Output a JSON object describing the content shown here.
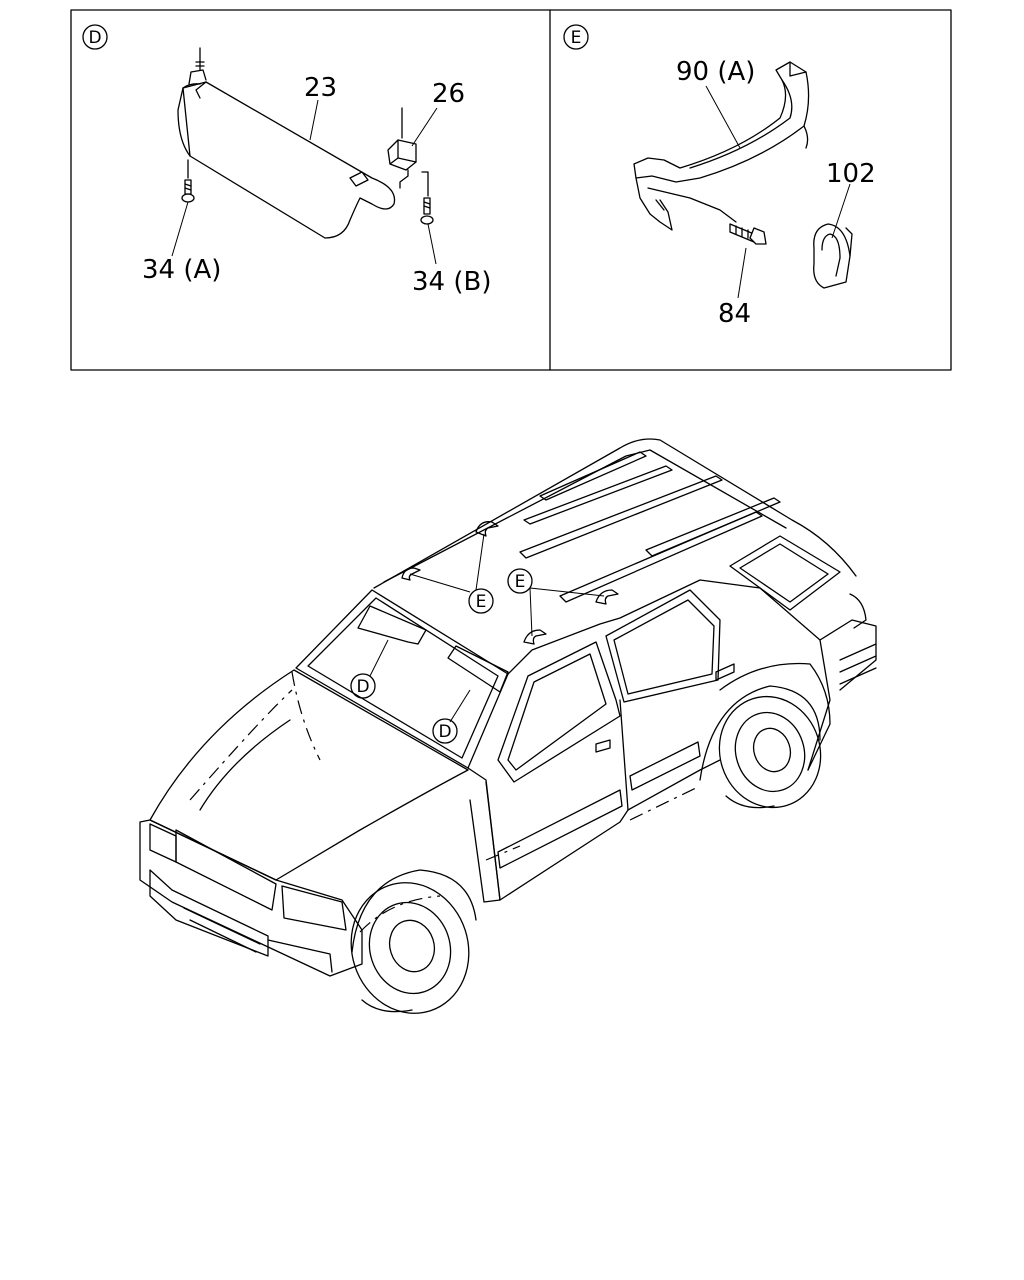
{
  "panel_d": {
    "marker": "D",
    "labels": {
      "visor": "23",
      "holder": "26",
      "screw_a": "34 (A)",
      "screw_b": "34 (B)"
    }
  },
  "panel_e": {
    "marker": "E",
    "labels": {
      "grip": "90 (A)",
      "clip": "102",
      "bolt": "84"
    }
  },
  "vehicle_callouts": {
    "d_markers": [
      "D",
      "D"
    ],
    "e_markers": [
      "E",
      "E"
    ]
  }
}
